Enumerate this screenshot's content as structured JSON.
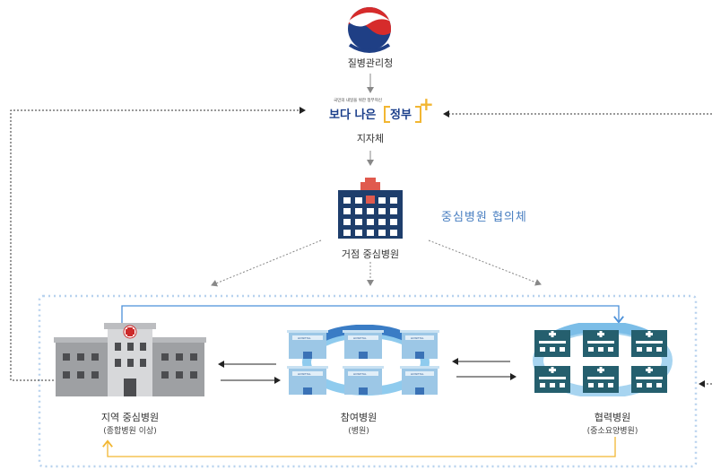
{
  "top_agency": {
    "label": "질병관리청",
    "logo": "taegeuk-emblem"
  },
  "local_gov": {
    "slogan_small": "국민의 내일을 위한 정부혁신",
    "slogan_big_1": "보다 나은",
    "slogan_big_2": "정부",
    "label": "지자체"
  },
  "hub_hospital": {
    "label": "거점 중심병원",
    "icon": "hospital-building-icon"
  },
  "council": {
    "label": "중심병원 협의체"
  },
  "cluster": {
    "regional": {
      "label": "지역 중심병원",
      "sub": "(종합병원 이상)",
      "icon": "general-hospital-icon"
    },
    "participating": {
      "label": "참여병원",
      "sub": "(병원)",
      "icon": "hospital-cycle-icon",
      "sign": "HOSPITAL"
    },
    "partner": {
      "label": "협력병원",
      "sub": "(중소요양병원)",
      "icon": "clinic-cycle-icon"
    }
  },
  "colors": {
    "navy": "#1f3d6b",
    "blue_arrow": "#4a90d9",
    "yellow_arrow": "#f2b632",
    "accent": "#4a7fc1",
    "dotted": "#b8d2ee"
  }
}
